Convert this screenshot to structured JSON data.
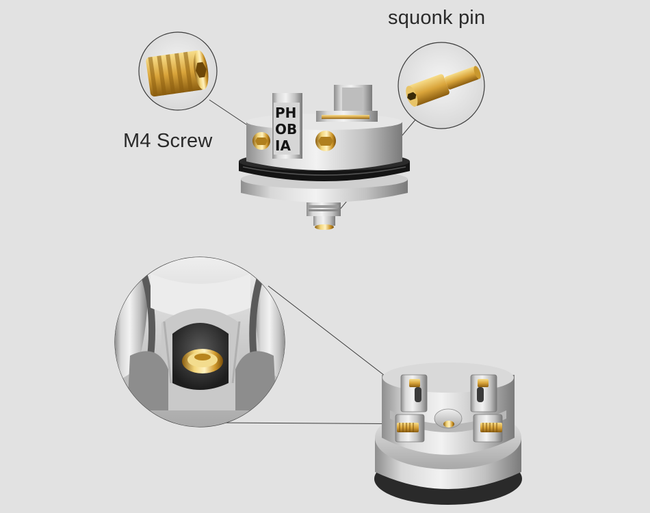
{
  "labels": {
    "squonk_pin": "squonk pin",
    "m4_screw": "M4 Screw"
  },
  "deck_logo": {
    "letters": [
      "PH",
      "OB",
      "IA"
    ]
  },
  "colors": {
    "background": "#e2e2e2",
    "brass": "#d4a73a",
    "steel": "#c4c4c4",
    "oring": "#111111",
    "text": "#2a2a2a"
  }
}
